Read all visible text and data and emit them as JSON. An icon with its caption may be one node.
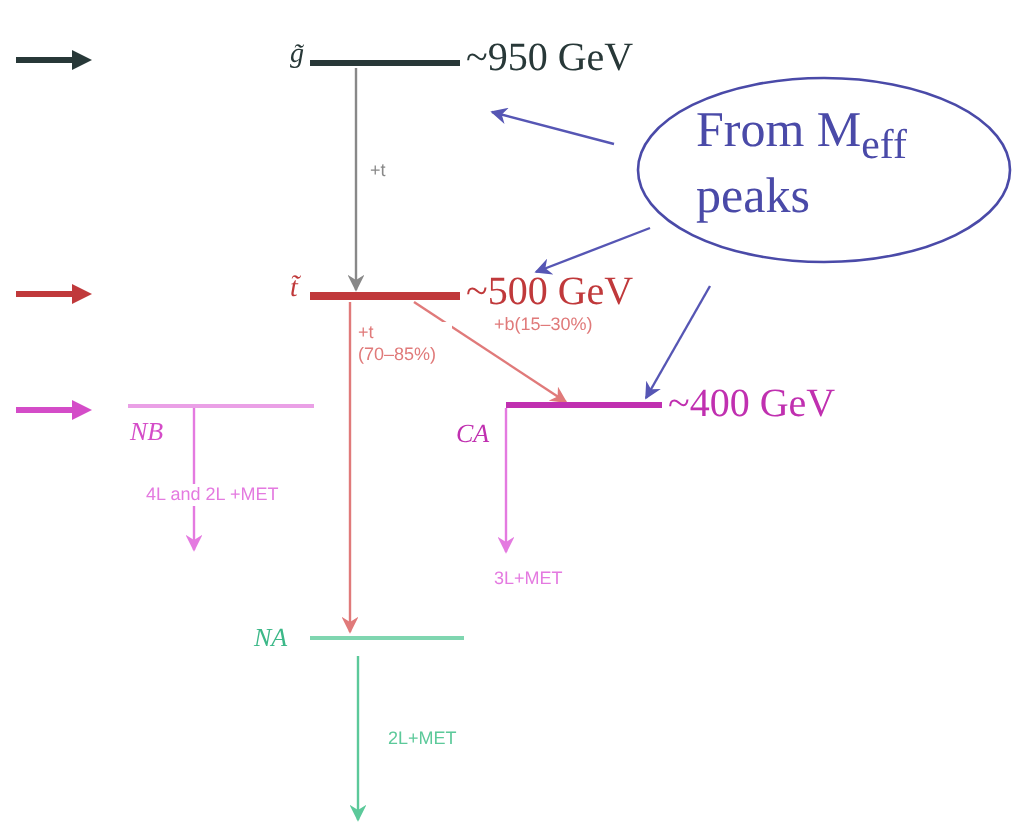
{
  "diagram": {
    "nodes": [
      {
        "text": [
          "g̃",
          "~950 GeV"
        ]
      },
      {
        "text": [
          "From M$_{eff}$ peaks"
        ]
      },
      {
        "text": [
          "t̃",
          "~500 GeV"
        ]
      },
      {
        "text": [
          "NB"
        ]
      },
      {
        "text": [
          "CA",
          "~400 GeV"
        ]
      },
      {
        "text": [
          "NA"
        ]
      }
    ],
    "edges": [
      {
        "from": 0,
        "to": 2,
        "arrow": "to",
        "label": "+t",
        "color": "#888888"
      },
      {
        "from": 1,
        "to": 0,
        "arrow": "to",
        "color": "#5656b4"
      },
      {
        "from": 1,
        "to": 2,
        "arrow": "to",
        "color": "#5656b4"
      },
      {
        "from": 1,
        "to": 4,
        "arrow": "to",
        "color": "#5656b4"
      },
      {
        "from": 2,
        "to": 5,
        "arrow": "to",
        "label": "+t (70–85%)",
        "color": "#e07a7a"
      },
      {
        "from": 2,
        "to": 4,
        "arrow": "to",
        "label": "+b(15–30%)",
        "color": "#e07a7a"
      },
      {
        "from": 3,
        "to": null,
        "arrow": "to",
        "label": "4L and 2L +MET",
        "color": "#e47ae0"
      },
      {
        "from": 4,
        "to": null,
        "arrow": "to",
        "label": "3L+MET",
        "color": "#e47ae0"
      },
      {
        "from": 5,
        "to": null,
        "arrow": "to",
        "label": "2L+MET",
        "color": "#5cc99a"
      }
    ]
  }
}
